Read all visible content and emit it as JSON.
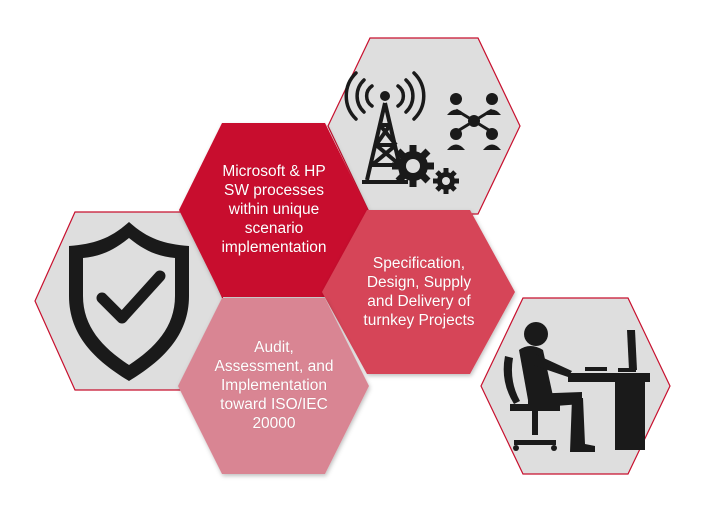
{
  "hexagons": [
    {
      "label": "Microsoft & HP\nSW processes\nwithin unique\nscenario\nimplementation",
      "fill": "#c8102e"
    },
    {
      "label": "Specification,\nDesign, Supply\nand Delivery of\nturnkey Projects",
      "fill": "#d64458"
    },
    {
      "label": "Audit,\nAssessment, and\nImplementation\ntoward ISO/IEC\n20000",
      "fill": "#d98593"
    }
  ],
  "icons": [
    "shield-check-icon",
    "antenna-gears-network-icon",
    "person-at-computer-icon"
  ],
  "colors": {
    "icon_hex_fill": "#dedede",
    "icon_hex_border": "#c8102e",
    "icon_color": "#1a1a1a"
  }
}
